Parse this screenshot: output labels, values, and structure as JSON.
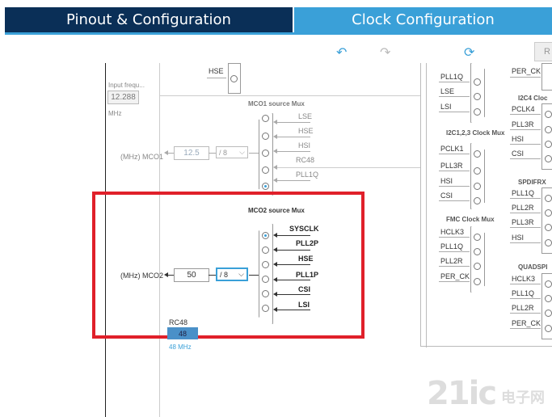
{
  "tabs": {
    "pinout": "Pinout & Configuration",
    "clock": "Clock Configuration"
  },
  "toolbar": {
    "undo": "↶",
    "redo": "↷",
    "refresh": "⟳",
    "reset_label": "R"
  },
  "left_panel": {
    "input_freq_label": "Input frequ...",
    "input_freq_value": "12.288",
    "input_freq_unit": "MHz"
  },
  "hse_top": {
    "label": "HSE"
  },
  "mco1": {
    "title": "MCO1 source Mux",
    "sources": [
      "LSE",
      "HSE",
      "HSI",
      "RC48",
      "PLL1Q"
    ],
    "selected_index": 4,
    "output_label": "(MHz) MCO1",
    "output_value": "12.5",
    "divider": "/ 8"
  },
  "mco2": {
    "title": "MCO2 source Mux",
    "sources": [
      "SYSCLK",
      "PLL2P",
      "HSE",
      "PLL1P",
      "CSI",
      "LSI"
    ],
    "selected_index": 0,
    "output_label": "(MHz) MCO2",
    "output_value": "50",
    "divider": "/ 8"
  },
  "rc48": {
    "label": "RC48",
    "value": "48",
    "freq": "48 MHz"
  },
  "right_muxes": {
    "top": [
      "PLL1Q",
      "LSE",
      "LSI"
    ],
    "per_ck": "PER_CK",
    "i2c4_title": "I2C4 Cloc",
    "i2c4": [
      "PCLK4",
      "PLL3R",
      "HSI",
      "CSI"
    ],
    "i2c123_title": "I2C1,2,3 Clock Mux",
    "i2c123": [
      "PCLK1",
      "PLL3R",
      "HSI",
      "CSI"
    ],
    "spdif_title": "SPDIFRX",
    "spdif": [
      "PLL1Q",
      "PLL2R",
      "PLL3R",
      "HSI"
    ],
    "fmc_title": "FMC Clock Mux",
    "fmc": [
      "HCLK3",
      "PLL1Q",
      "PLL2R",
      "PER_CK"
    ],
    "quadspi_title": "QUADSPI",
    "quadspi": [
      "HCLK3",
      "PLL1Q",
      "PLL2R",
      "PER_CK"
    ]
  },
  "highlight_color": "#e0202a",
  "watermark": {
    "text": "21ic",
    "sub": "电子网"
  }
}
